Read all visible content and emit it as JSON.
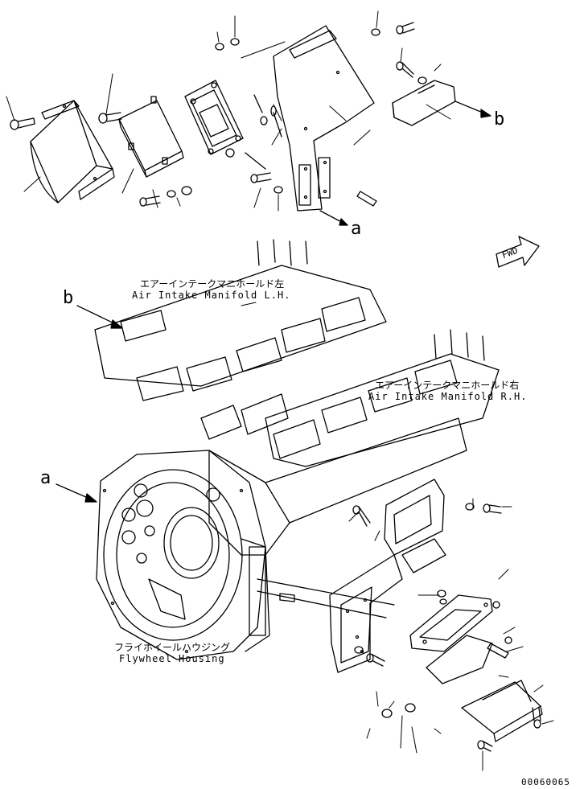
{
  "callouts": {
    "a_top": "a",
    "b_top": "b",
    "b_left": "b",
    "a_left": "a"
  },
  "fwd_label": "FWD",
  "labels": {
    "air_lh_jp": "エアーインテークマニホールド左",
    "air_lh_en": "Air Intake Manifold L.H.",
    "air_rh_jp": "エアーインテークマニホールド右",
    "air_rh_en": "Air Intake Manifold R.H.",
    "flywheel_jp": "フライホイールハウジング",
    "flywheel_en": "Flywheel Housing"
  },
  "drawing_code": "00060065"
}
